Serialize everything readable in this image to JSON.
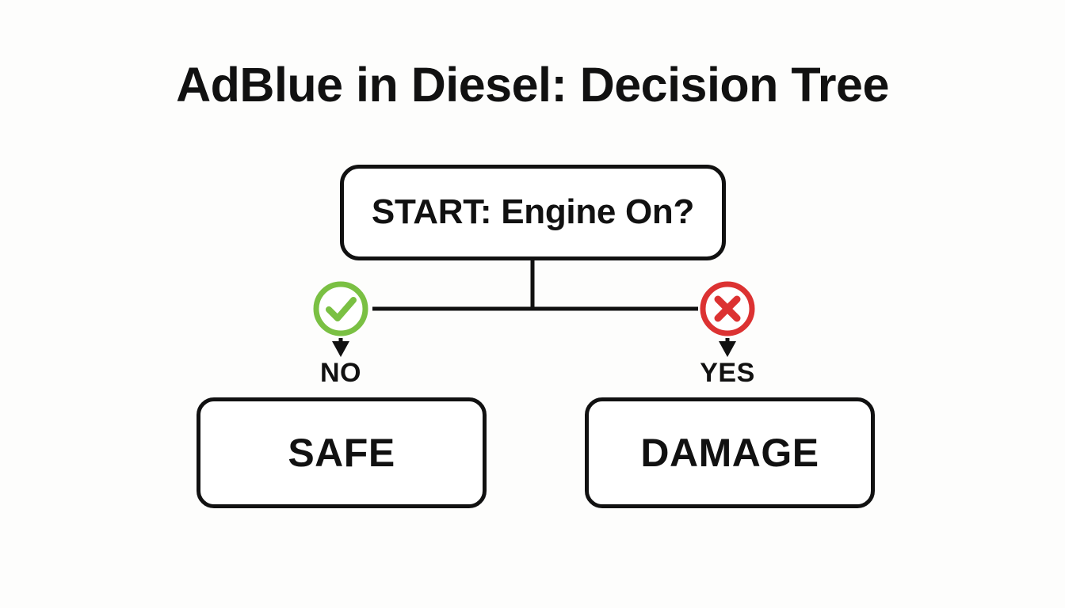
{
  "page": {
    "title": "AdBlue in Diesel: Decision Tree",
    "background_color": "#fdfdfc",
    "ink_color": "#111111"
  },
  "diagram": {
    "type": "decision-tree",
    "start_node": {
      "label": "START: Engine On?",
      "shape": "rounded-rectangle"
    },
    "branches": [
      {
        "side": "left",
        "icon": "check-circle-icon",
        "icon_color": "#7ac043",
        "label": "NO",
        "outcome": "SAFE"
      },
      {
        "side": "right",
        "icon": "x-circle-icon",
        "icon_color": "#dc3232",
        "label": "YES",
        "outcome": "DAMAGE"
      }
    ],
    "outcomes": [
      {
        "label": "SAFE",
        "shape": "rounded-rectangle"
      },
      {
        "label": "DAMAGE",
        "shape": "rounded-rectangle"
      }
    ]
  }
}
